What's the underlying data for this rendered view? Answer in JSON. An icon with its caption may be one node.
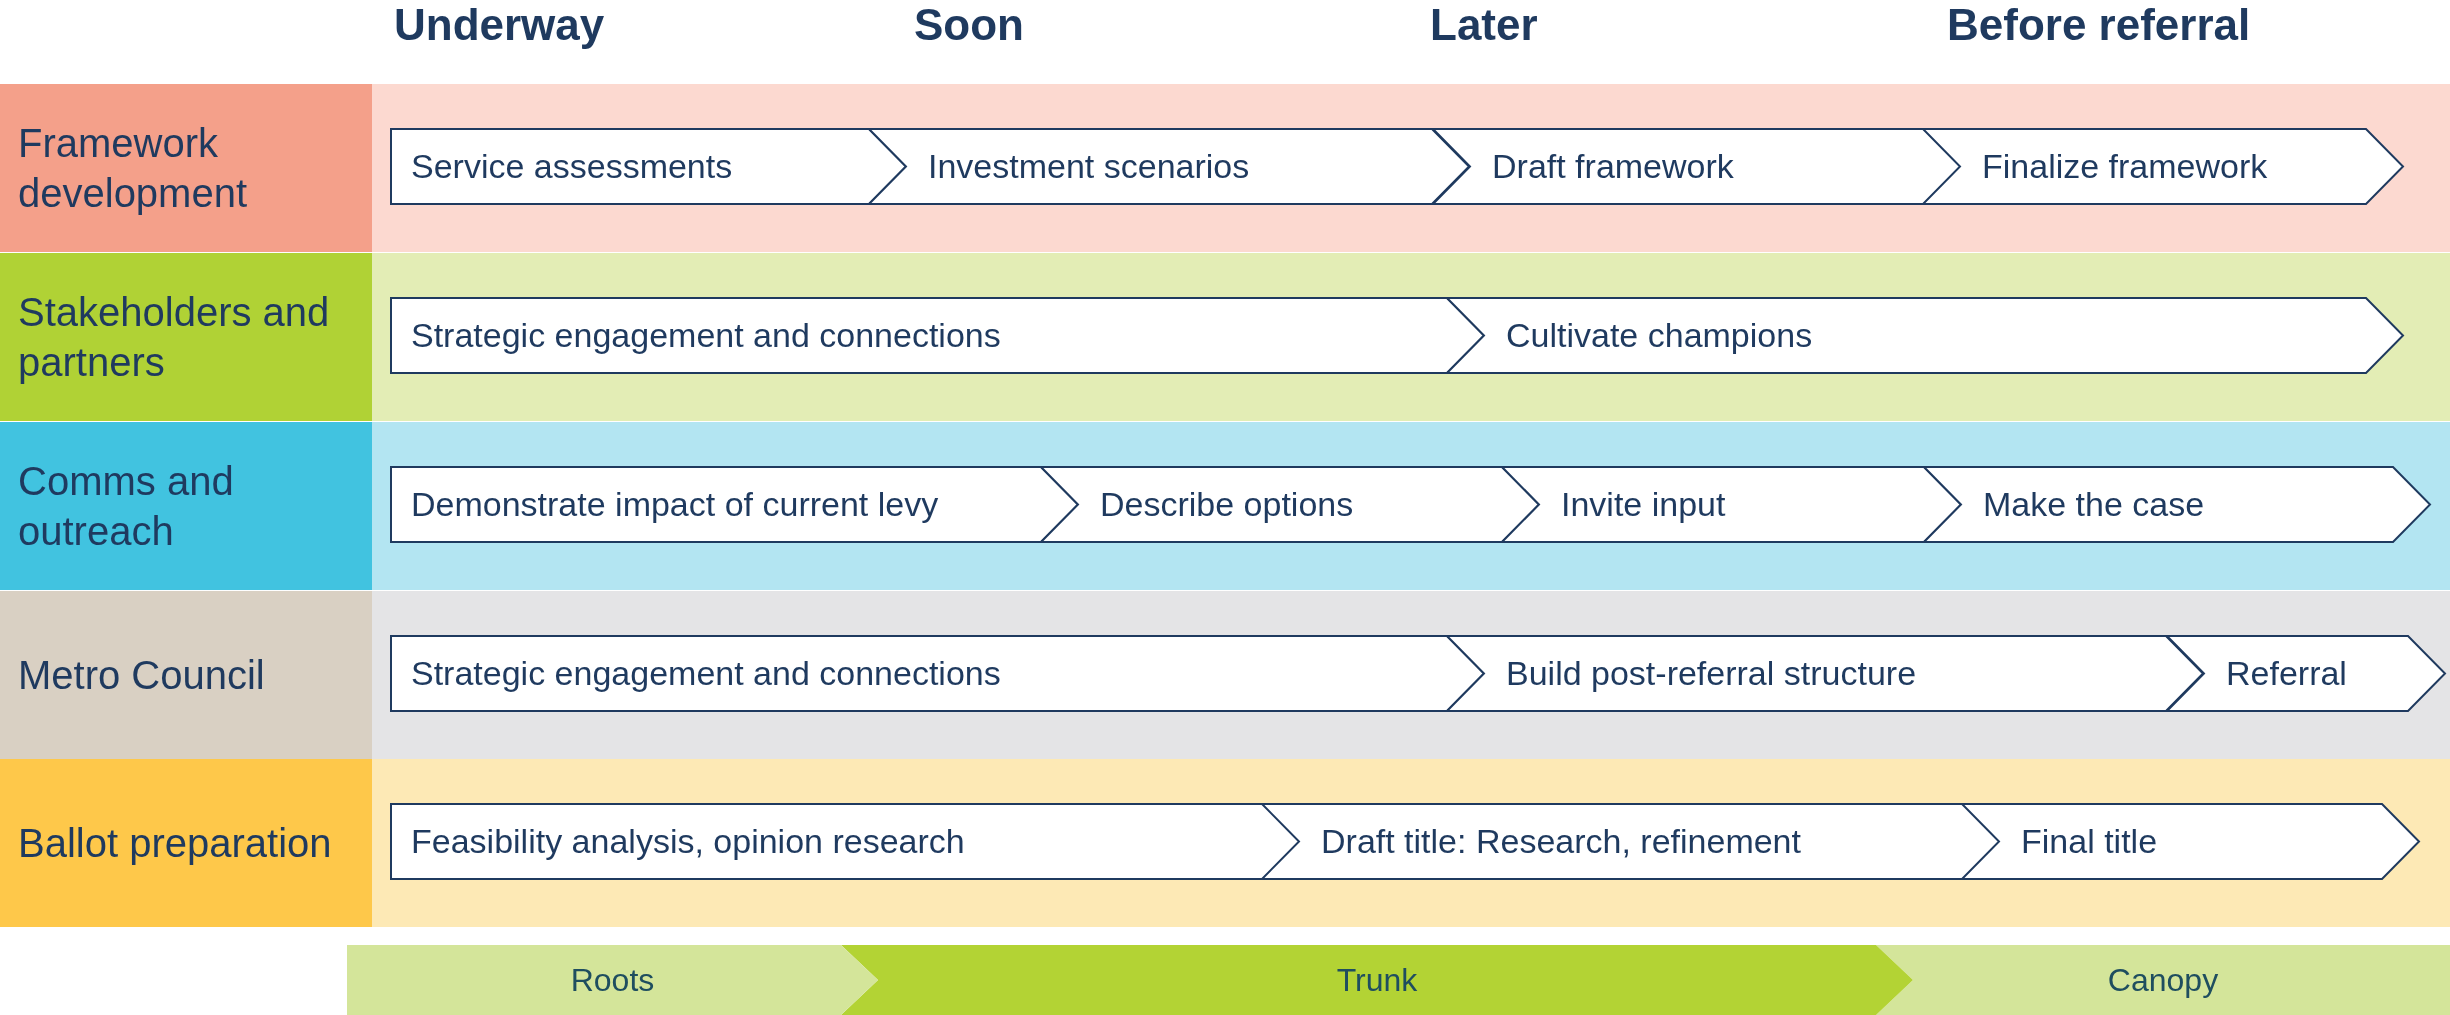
{
  "diagram": {
    "nodes": [
      {
        "text": [
          "Framework development"
        ]
      },
      {
        "text": [
          "Service assessments"
        ],
        "in": 0
      },
      {
        "text": [
          "Investment scenarios"
        ],
        "in": 0
      },
      {
        "text": [
          "Draft framework"
        ],
        "in": 0
      },
      {
        "text": [
          "Finalize framework"
        ],
        "in": 0
      },
      {
        "text": [
          "Stakeholders and partners"
        ]
      },
      {
        "text": [
          "Strategic engagement and connections"
        ],
        "in": 5
      },
      {
        "text": [
          "Cultivate champions"
        ],
        "in": 5
      },
      {
        "text": [
          "Comms and outreach"
        ]
      },
      {
        "text": [
          "Demonstrate impact of current levy"
        ],
        "in": 8
      },
      {
        "text": [
          "Describe options"
        ],
        "in": 8
      },
      {
        "text": [
          "Invite input"
        ],
        "in": 8
      },
      {
        "text": [
          "Make the case"
        ],
        "in": 8
      },
      {
        "text": [
          "Metro Council"
        ]
      },
      {
        "text": [
          "Strategic engagement and connections"
        ],
        "in": 13
      },
      {
        "text": [
          "Build post-referral structure"
        ],
        "in": 13
      },
      {
        "text": [
          "Referral"
        ],
        "in": 13
      },
      {
        "text": [
          "Ballot preparation"
        ]
      },
      {
        "text": [
          "Feasibility analysis, opinion research"
        ],
        "in": 17
      },
      {
        "text": [
          "Draft title: Research, refinement"
        ],
        "in": 17
      },
      {
        "text": [
          "Final title"
        ],
        "in": 17
      },
      {
        "text": [
          "Roots"
        ]
      },
      {
        "text": [
          "Trunk"
        ]
      },
      {
        "text": [
          "Canopy"
        ]
      }
    ],
    "labels": [
      "Underway",
      "Soon",
      "Later",
      "Before referral"
    ]
  }
}
